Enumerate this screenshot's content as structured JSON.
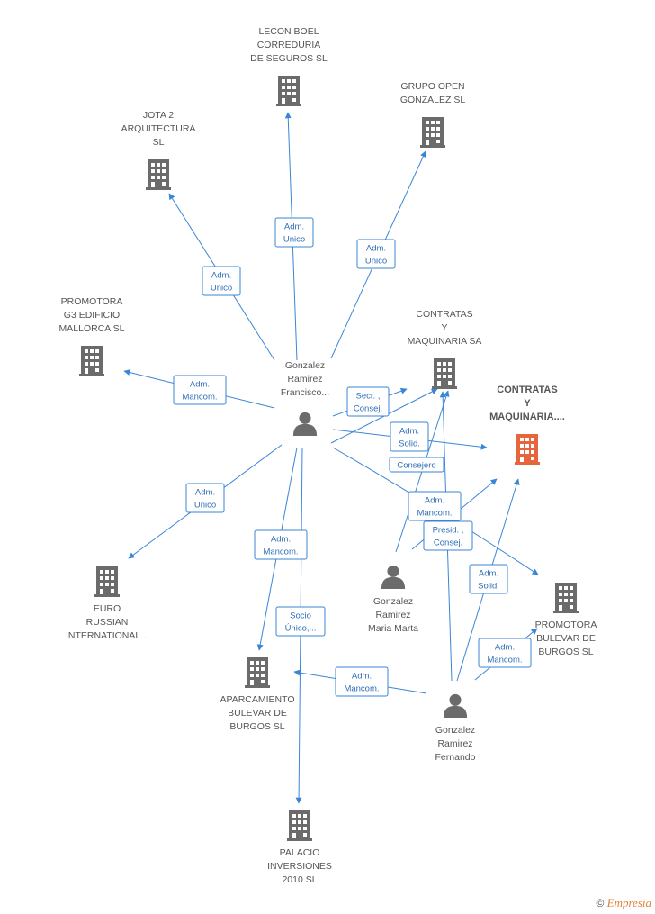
{
  "colors": {
    "edge": "#3a86d6",
    "company": "#6b6b6b",
    "focus_company": "#e8643c",
    "person": "#6b6b6b"
  },
  "companies": [
    {
      "id": "lecon",
      "lines": [
        "LECON BOEL",
        "CORREDURIA",
        "DE SEGUROS SL"
      ]
    },
    {
      "id": "grupo",
      "lines": [
        "GRUPO OPEN",
        "GONZALEZ SL"
      ]
    },
    {
      "id": "jota",
      "lines": [
        "JOTA 2",
        "ARQUITECTURA",
        "SL"
      ]
    },
    {
      "id": "g3",
      "lines": [
        "PROMOTORA",
        "G3 EDIFICIO",
        "MALLORCA SL"
      ]
    },
    {
      "id": "contratas1",
      "lines": [
        "CONTRATAS",
        "Y",
        "MAQUINARIA SA"
      ]
    },
    {
      "id": "contratas2",
      "lines": [
        "CONTRATAS",
        "Y",
        "MAQUINARIA...."
      ],
      "focus": true
    },
    {
      "id": "euro",
      "lines": [
        "EURO",
        "RUSSIAN",
        "INTERNATIONAL..."
      ]
    },
    {
      "id": "bulevar",
      "lines": [
        "PROMOTORA",
        "BULEVAR DE",
        "BURGOS SL"
      ]
    },
    {
      "id": "aparcamiento",
      "lines": [
        "APARCAMIENTO",
        "BULEVAR DE",
        "BURGOS SL"
      ]
    },
    {
      "id": "palacio",
      "lines": [
        "PALACIO",
        "INVERSIONES",
        "2010 SL"
      ]
    }
  ],
  "persons": [
    {
      "id": "francisco",
      "lines": [
        "Gonzalez",
        "Ramirez",
        "Francisco..."
      ]
    },
    {
      "id": "marta",
      "lines": [
        "Gonzalez",
        "Ramirez",
        "Maria Marta"
      ]
    },
    {
      "id": "fernando",
      "lines": [
        "Gonzalez",
        "Ramirez",
        "Fernando"
      ]
    }
  ],
  "edges": [
    {
      "id": "e1",
      "lines": [
        "Adm.",
        "Unico"
      ]
    },
    {
      "id": "e2",
      "lines": [
        "Adm.",
        "Unico"
      ]
    },
    {
      "id": "e3",
      "lines": [
        "Adm.",
        "Unico"
      ]
    },
    {
      "id": "e4",
      "lines": [
        "Adm.",
        "Mancom."
      ]
    },
    {
      "id": "e5",
      "lines": [
        "Secr. ,",
        "Consej."
      ]
    },
    {
      "id": "e6",
      "lines": [
        "Adm.",
        "Solid."
      ]
    },
    {
      "id": "e7",
      "lines": [
        "Consejero"
      ]
    },
    {
      "id": "e8",
      "lines": [
        "Adm.",
        "Unico"
      ]
    },
    {
      "id": "e9",
      "lines": [
        "Adm.",
        "Mancom."
      ]
    },
    {
      "id": "e10",
      "lines": [
        "Socio",
        "Único,..."
      ]
    },
    {
      "id": "e11",
      "lines": [
        "Adm.",
        "Mancom."
      ]
    },
    {
      "id": "e12",
      "lines": [
        "Presid. ,",
        "Consej."
      ]
    },
    {
      "id": "e13",
      "lines": [
        "Adm.",
        "Solid."
      ]
    },
    {
      "id": "e14",
      "lines": [
        "Adm.",
        "Mancom."
      ]
    },
    {
      "id": "e15",
      "lines": [
        "Adm.",
        "Mancom."
      ]
    }
  ],
  "footer": {
    "copyright": "©",
    "brand": "Empresia"
  }
}
